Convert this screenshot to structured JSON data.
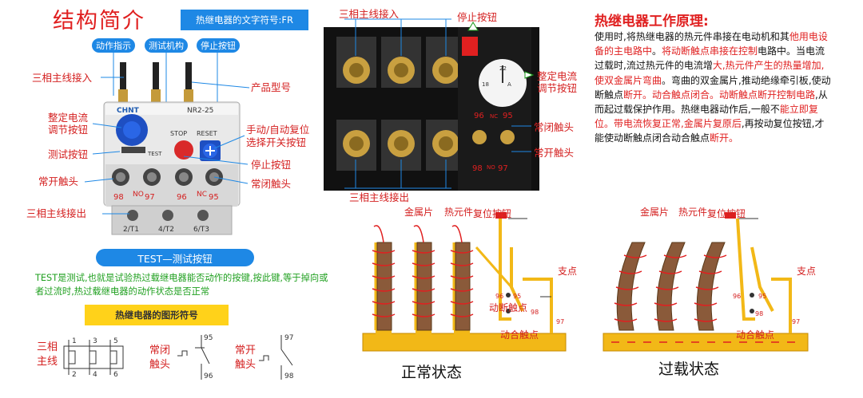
{
  "header": {
    "title": "结构简介",
    "symbol_bar": "热继电器的文字符号:FR",
    "pills": [
      "动作指示",
      "测试机构",
      "停止按钮"
    ]
  },
  "left_device": {
    "brand": "CHNT",
    "model": "NR2-25",
    "stop_label": "STOP",
    "reset_label": "RESET",
    "test_label": "TEST",
    "terminals_top": [
      "98",
      "NO",
      "97",
      "96",
      "NC",
      "95"
    ],
    "terminals_bottom": [
      "2/T1",
      "4/T2",
      "6/T3"
    ]
  },
  "left_labels": {
    "main_in": "三相主线接入",
    "adjust_1": "整定电流",
    "adjust_2": "调节按钮",
    "test_btn": "测试按钮",
    "no_contact": "常开触头",
    "main_out": "三相主线接出",
    "model_label": "产品型号",
    "reset_1": "手动/自动复位",
    "reset_2": "选择开关按钮",
    "stop_btn": "停止按钮",
    "nc_contact": "常闭触头"
  },
  "test_bar": "TEST—测试按钮",
  "test_desc": "TEST是测试,也就是试验热过载继电器能否动作的按键,按此键,等于掉向或者过流时,热过载继电器的动作状态是否正常",
  "symbol_title": "热继电器的图形符号",
  "symbols": {
    "three_phase_1": "三相",
    "three_phase_2": "主线",
    "nc_1": "常闭",
    "nc_2": "触头",
    "no_1": "常开",
    "no_2": "触头",
    "pins_top": [
      "1",
      "3",
      "5"
    ],
    "pins_bottom": [
      "2",
      "4",
      "6"
    ],
    "nc_nums": [
      "95",
      "96"
    ],
    "no_nums": [
      "97",
      "98"
    ]
  },
  "middle_device": {
    "label_main_in": "三相主线接入",
    "label_stop": "停止按钮",
    "label_adjust_1": "整定电流",
    "label_adjust_2": "调节按钮",
    "label_nc": "常闭触头",
    "label_no": "常开触头",
    "label_main_out": "三相主线接出",
    "dial_nums": [
      "22",
      "18",
      "A"
    ],
    "contact_nums": [
      "96",
      "NC",
      "95",
      "98",
      "NO",
      "97"
    ]
  },
  "principle": {
    "title": "热继电器工作原理:",
    "segments": [
      {
        "t": "使用时,将热继电器的热元件串接在电动机和其",
        "r": false
      },
      {
        "t": "他用电设备的主电路中",
        "r": true
      },
      {
        "t": "。",
        "r": false
      },
      {
        "t": "将动断触点串接在控制",
        "r": true
      },
      {
        "t": "电路中。当电流过载时,流过热元件的电流增",
        "r": false
      },
      {
        "t": "大,热元件产生的热量增加,使双金属片弯曲",
        "r": true
      },
      {
        "t": "。弯曲的双金属片,推动绝缘牵引板,使动断触点",
        "r": false
      },
      {
        "t": "断开。动合触点闭合。动断触点断开控制电路",
        "r": true
      },
      {
        "t": ",从而起过载保护作用。热继电器动作后,一般不",
        "r": false
      },
      {
        "t": "能立即复位。带电流恢复正常,金属片复原后",
        "r": true
      },
      {
        "t": ",再按动复位按钮,才能使动断触点闭合动合触点",
        "r": false
      },
      {
        "t": "断开。",
        "r": true
      }
    ]
  },
  "diagrams": {
    "reset_btn": "复位按钮",
    "metal": "金属片",
    "heater": "热元件",
    "fulcrum": "支点",
    "nc_point": "动断触点",
    "no_point": "动合触点",
    "nums": [
      "96",
      "95",
      "98",
      "97"
    ],
    "normal_state": "正常状态",
    "overload_state": "过载状态"
  }
}
